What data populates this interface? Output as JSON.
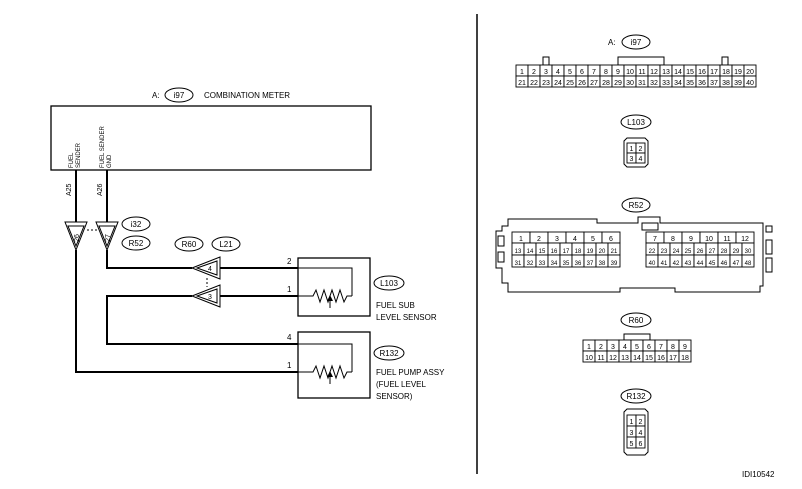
{
  "meter": {
    "conn_prefix": "A:",
    "conn_id": "i97",
    "title": "COMBINATION METER",
    "pin_labels": [
      "FUEL SENDER",
      "FUEL SENDER GND"
    ],
    "pin_line1": [
      "FUEL",
      "FUEL SENDER"
    ],
    "pin_line2": [
      "SENDER",
      "GND"
    ],
    "pin_ids": [
      "A25",
      "A26"
    ]
  },
  "joint": {
    "connectors": [
      "i32",
      "R52"
    ],
    "pins": [
      "26",
      "27"
    ]
  },
  "joint2": {
    "connectors": [
      "R60",
      "L21"
    ],
    "pins": [
      "4",
      "3"
    ]
  },
  "fuel_sub": {
    "connector": "L103",
    "name_lines": [
      "FUEL SUB",
      "LEVEL SENSOR"
    ],
    "pins": [
      "2",
      "1"
    ]
  },
  "fuel_pump": {
    "connector": "R132",
    "name_lines": [
      "FUEL PUMP ASSY",
      "(FUEL LEVEL",
      "SENSOR)"
    ],
    "pins": [
      "4",
      "1"
    ]
  },
  "connectors": {
    "i97": {
      "prefix": "A:",
      "id": "i97",
      "row1": [
        "1",
        "2",
        "3",
        "4",
        "5",
        "6",
        "7",
        "8",
        "9",
        "10",
        "11",
        "12",
        "13",
        "14",
        "15",
        "16",
        "17",
        "18",
        "19",
        "20"
      ],
      "row2": [
        "21",
        "22",
        "23",
        "24",
        "25",
        "26",
        "27",
        "28",
        "29",
        "30",
        "31",
        "32",
        "33",
        "34",
        "35",
        "36",
        "37",
        "38",
        "39",
        "40"
      ]
    },
    "L103": {
      "id": "L103",
      "row1": [
        "1",
        "2"
      ],
      "row2": [
        "3",
        "4"
      ]
    },
    "R52": {
      "id": "R52",
      "left_row1": [
        "1",
        "2",
        "3",
        "4",
        "5",
        "6"
      ],
      "left_row2": [
        "13",
        "14",
        "15",
        "16",
        "17",
        "18",
        "19",
        "20",
        "21"
      ],
      "left_row3": [
        "31",
        "32",
        "33",
        "34",
        "35",
        "36",
        "37",
        "38",
        "39"
      ],
      "right_row1": [
        "7",
        "8",
        "9",
        "10",
        "11",
        "12"
      ],
      "right_row2": [
        "22",
        "23",
        "24",
        "25",
        "26",
        "27",
        "28",
        "29",
        "30"
      ],
      "right_row3": [
        "40",
        "41",
        "42",
        "43",
        "44",
        "45",
        "46",
        "47",
        "48"
      ]
    },
    "R60": {
      "id": "R60",
      "row1": [
        "1",
        "2",
        "3",
        "4",
        "5",
        "6",
        "7",
        "8",
        "9"
      ],
      "row2": [
        "10",
        "11",
        "12",
        "13",
        "14",
        "15",
        "16",
        "17",
        "18"
      ]
    },
    "R132": {
      "id": "R132",
      "rows": [
        [
          "1",
          "2"
        ],
        [
          "3",
          "4"
        ],
        [
          "5",
          "6"
        ]
      ]
    }
  },
  "figure_id": "IDI10542"
}
